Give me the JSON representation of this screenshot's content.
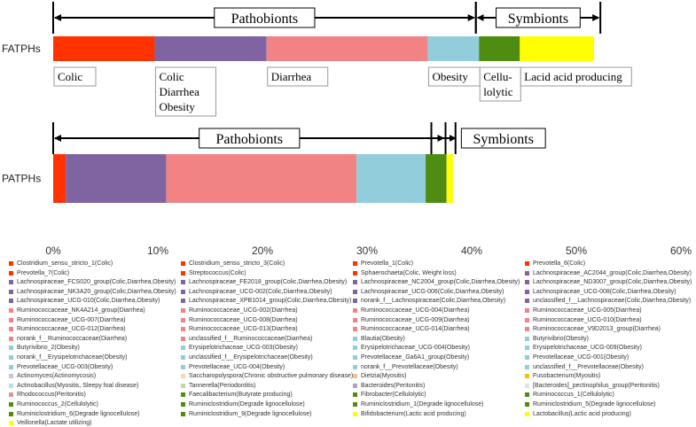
{
  "chart_data": {
    "type": "bar",
    "orientation": "horizontal",
    "stacked": true,
    "categories": [
      "FATPHs",
      "PATPHs"
    ],
    "x_ticks": [
      "0%",
      "10%",
      "20%",
      "30%",
      "40%",
      "50%",
      "60%"
    ],
    "xlim": [
      0,
      60
    ],
    "grid": false,
    "legend_placement": "bottom",
    "series": [
      {
        "name": "Colic",
        "color": "#ff3300",
        "values": [
          9.7,
          1.2
        ]
      },
      {
        "name": "Colic Diarrhea Obesity",
        "color": "#8064a2",
        "values": [
          10.7,
          9.6
        ]
      },
      {
        "name": "Diarrhea",
        "color": "#f28384",
        "values": [
          15.4,
          18.2
        ]
      },
      {
        "name": "Obesity",
        "color": "#92cddc",
        "values": [
          4.9,
          6.6
        ]
      },
      {
        "name": "Cellulolytic",
        "color": "#4e8c12",
        "values": [
          3.9,
          2.0
        ]
      },
      {
        "name": "Lacid acid producing",
        "color": "#ffff00",
        "values": [
          7.1,
          0.6
        ]
      }
    ],
    "segment_labels": {
      "FATPHs": [
        "Colic",
        "Colic Diarrhea Obesity",
        "Diarrhea",
        "Obesity",
        "Cellu-lolytic",
        "Lacid acid producing"
      ]
    },
    "annotations": [
      {
        "text": "Pathobionts",
        "row": "FATPHs",
        "from": 0,
        "to": 40.4
      },
      {
        "text": "Symbionts",
        "row": "FATPHs",
        "from": 40.4,
        "to": 52.3
      },
      {
        "text": "Pathobionts",
        "row": "PATPHs",
        "from": 0,
        "to": 37.5
      },
      {
        "text": "Symbionts",
        "row": "PATPHs",
        "from": 37.5,
        "to": 38.2
      }
    ],
    "legend": [
      {
        "label": "Clostridium_sensu_stricto_1(Colic)",
        "color": "#ff3300"
      },
      {
        "label": "Clostridium_sensu_stricto_3(Colic)",
        "color": "#ff3300"
      },
      {
        "label": "Prevotella_1(Colic)",
        "color": "#ff3300"
      },
      {
        "label": "Prevotella_6(Colic)",
        "color": "#ff3300"
      },
      {
        "label": "Prevotella_7(Colic)",
        "color": "#ff3300"
      },
      {
        "label": "Streptococcus(Colic)",
        "color": "#ff3300"
      },
      {
        "label": "Sphaerochaeta(Colic, Weight loss)",
        "color": "#ff3300"
      },
      {
        "label": "Lachnospiraceae_AC2044_group(Colic,Diarrhea,Obesity)",
        "color": "#8064a2"
      },
      {
        "label": "Lachnospiraceae_FCS020_group(Colic,Diarrhea,Obesity)",
        "color": "#8064a2"
      },
      {
        "label": "Lachnospiraceae_FE2018_group(Colic,Diarrhea,Obesity)",
        "color": "#8064a2"
      },
      {
        "label": "Lachnospiraceae_NC2004_group(Colic,Diarrhea,Obesity)",
        "color": "#8064a2"
      },
      {
        "label": "Lachnospiraceae_ND3007_group(Colic,Diarrhea,Obesity)",
        "color": "#8064a2"
      },
      {
        "label": "Lachnospiraceae_NK3A20_group(Colic,Diarrhea,Obesity)",
        "color": "#8064a2"
      },
      {
        "label": "Lachnospiraceae_UCG-002(Colic,Diarrhea,Obesity)",
        "color": "#8064a2"
      },
      {
        "label": "Lachnospiraceae_UCG-006(Colic,Diarrhea,Obesity)",
        "color": "#8064a2"
      },
      {
        "label": "Lachnospiraceae_UCG-008(Colic,Diarrhea,Obesity)",
        "color": "#8064a2"
      },
      {
        "label": "Lachnospiraceae_UCG-010(Colic,Diarrhea,Obesity)",
        "color": "#8064a2"
      },
      {
        "label": "Lachnospiraceae_XPB1014_group(Colic,Diarrhea,Obesity)",
        "color": "#8064a2"
      },
      {
        "label": "norank_f__Lachnospiraceae(Colic,Diarrhea,Obesity)",
        "color": "#8064a2"
      },
      {
        "label": "unclassified_f__Lachnospiraceae(Colic,Diarrhea,Obesity)",
        "color": "#8064a2"
      },
      {
        "label": "Ruminococcaceae_NK4A214_group(Diarrhea)",
        "color": "#f28384"
      },
      {
        "label": "Ruminococcaceae_UCG-002(Diarrhea)",
        "color": "#f28384"
      },
      {
        "label": "Ruminococcaceae_UCG-004(Diarrhea)",
        "color": "#f28384"
      },
      {
        "label": "Ruminococcaceae_UCG-005(Diarrhea)",
        "color": "#f28384"
      },
      {
        "label": "Ruminococcaceae_UCG-007(Diarrhea)",
        "color": "#f28384"
      },
      {
        "label": "Ruminococcaceae_UCG-008(Diarrhea)",
        "color": "#f28384"
      },
      {
        "label": "Ruminococcaceae_UCG-009(Diarrhea)",
        "color": "#f28384"
      },
      {
        "label": "Ruminococcaceae_UCG-010(Diarrhea)",
        "color": "#f28384"
      },
      {
        "label": "Ruminococcaceae_UCG-012(Diarrhea)",
        "color": "#f28384"
      },
      {
        "label": "Ruminococcaceae_UCG-013(Diarrhea)",
        "color": "#f28384"
      },
      {
        "label": "Ruminococcaceae_UCG-014(Diarrhea)",
        "color": "#f28384"
      },
      {
        "label": "Ruminococcaceae_V9D2013_group(Diarrhea)",
        "color": "#f28384"
      },
      {
        "label": "norank_f__Ruminococcaceae(Diarrhea)",
        "color": "#f28384"
      },
      {
        "label": "unclassified_f__Ruminococcaceae(Diarrhea)",
        "color": "#f28384"
      },
      {
        "label": "Blautia(Obesity)",
        "color": "#92cddc"
      },
      {
        "label": "Butyrivibrio(Obesity)",
        "color": "#92cddc"
      },
      {
        "label": "Butyrivibrio_2(Obesity)",
        "color": "#92cddc"
      },
      {
        "label": "Erysipelotrichaceae_UCG-003(Obesity)",
        "color": "#92cddc"
      },
      {
        "label": "Erysipelotrichaceae_UCG-004(Obesity)",
        "color": "#92cddc"
      },
      {
        "label": "Erysipelotrichaceae_UCG-009(Obesity)",
        "color": "#92cddc"
      },
      {
        "label": "norank_f__Erysipelotrichaceae(Obesity)",
        "color": "#92cddc"
      },
      {
        "label": "unclassified_f__Erysipelotrichaceae(Obesity)",
        "color": "#92cddc"
      },
      {
        "label": "Prevotellaceae_Ga6A1_group(Obesity)",
        "color": "#92cddc"
      },
      {
        "label": "Prevotellaceae_UCG-001(Obesity)",
        "color": "#92cddc"
      },
      {
        "label": "Prevotellaceae_UCG-003(Obesity)",
        "color": "#92cddc"
      },
      {
        "label": "Prevotellaceae_UCG-004(Obesity)",
        "color": "#92cddc"
      },
      {
        "label": "norank_f__Prevotellaceae(Obesity)",
        "color": "#92cddc"
      },
      {
        "label": "unclassified_f__Prevotellaceae(Obesity)",
        "color": "#92cddc"
      },
      {
        "label": "Actinomyces(Actinomycosis)",
        "color": "#ccc0da"
      },
      {
        "label": "Saccharopolyspora(Chronic obstructive pulmonary disease)",
        "color": "#fcd5b4"
      },
      {
        "label": "Dietzia(Myositis)",
        "color": "#fabf8f"
      },
      {
        "label": "Fusobacterium(Myositis)",
        "color": "#ffc000"
      },
      {
        "label": "Actinobacillus(Myositis, Sleepy foal disease)",
        "color": "#b7dee8"
      },
      {
        "label": "Tannerella(Periodontitis)",
        "color": "#c4d79b"
      },
      {
        "label": "Bacteroides(Peritonitis)",
        "color": "#b1a0c7"
      },
      {
        "label": "[Bacteroides]_pectinophilus_group(Peritonitis)",
        "color": "#e4dfec"
      },
      {
        "label": "Rhodococcus(Peritonitis)",
        "color": "#da9694"
      },
      {
        "label": "Faecalibacterium(Butyrate producing)",
        "color": "#4e8c12"
      },
      {
        "label": "Fibrobacter(Cellulolytic)",
        "color": "#4e8c12"
      },
      {
        "label": "Ruminococcus_1(Cellulolytic)",
        "color": "#4e8c12"
      },
      {
        "label": "Ruminococcus_2(Cellulolytic)",
        "color": "#4e8c12"
      },
      {
        "label": "Ruminiclostridium(Degrade lignocellulose)",
        "color": "#4e8c12"
      },
      {
        "label": "Ruminiclostridium_1(Degrade lignocellulose)",
        "color": "#4e8c12"
      },
      {
        "label": "Ruminiclostridium_5(Degrade lignocellulose)",
        "color": "#4e8c12"
      },
      {
        "label": "Ruminiclostridium_6(Degrade lignocellulose)",
        "color": "#4e8c12"
      },
      {
        "label": "Ruminiclostridium_9(Degrade lignocellulose)",
        "color": "#4e8c12"
      },
      {
        "label": "Bifidobacterium(Lactic acid producing)",
        "color": "#ffff00"
      },
      {
        "label": "Lactobacillus(Lactic acid producing)",
        "color": "#ffff00"
      },
      {
        "label": "Veillonella(Lactate utilizing)",
        "color": "#ffff00"
      }
    ]
  }
}
